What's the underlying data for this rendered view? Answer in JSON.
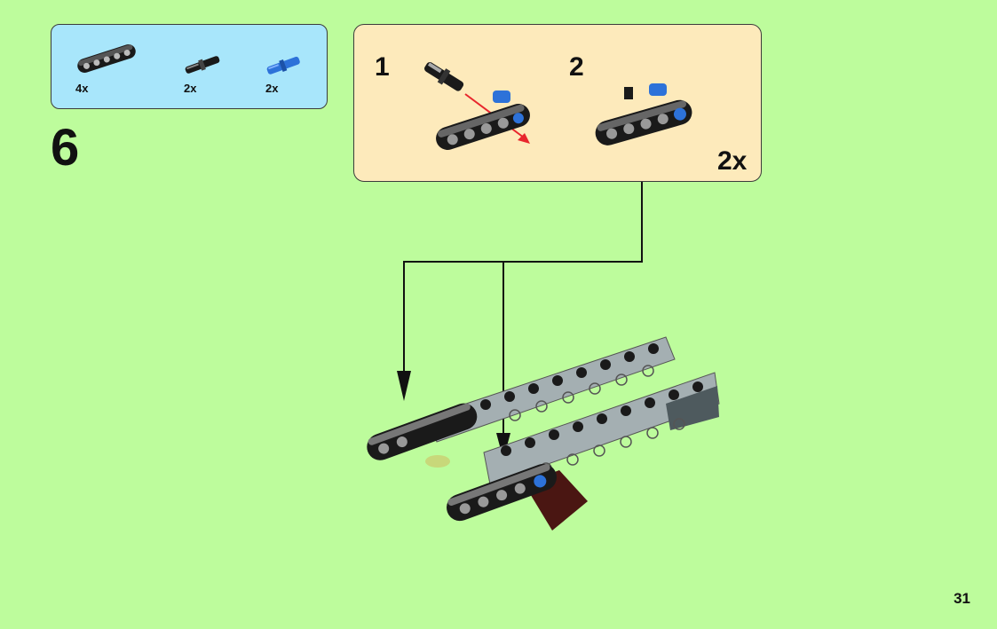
{
  "parts_list": {
    "items": [
      {
        "part": "black-technic-beam-icon",
        "quantity": "4x"
      },
      {
        "part": "black-technic-pin-icon",
        "quantity": "2x"
      },
      {
        "part": "blue-axle-pin-icon",
        "quantity": "2x"
      }
    ]
  },
  "step": {
    "number": "6"
  },
  "subassembly": {
    "substeps": [
      {
        "label": "1"
      },
      {
        "label": "2"
      }
    ],
    "multiplier": "2x"
  },
  "page": {
    "number": "31"
  },
  "colors": {
    "background": "#bdfc9c",
    "parts_box": "#a8e6fb",
    "subassembly_box": "#fdeabb",
    "beam_black": "#1a1a1a",
    "brick_gray": "#a4afb2",
    "blue_part": "#2d72d9",
    "arrow_red": "#e8262d"
  }
}
